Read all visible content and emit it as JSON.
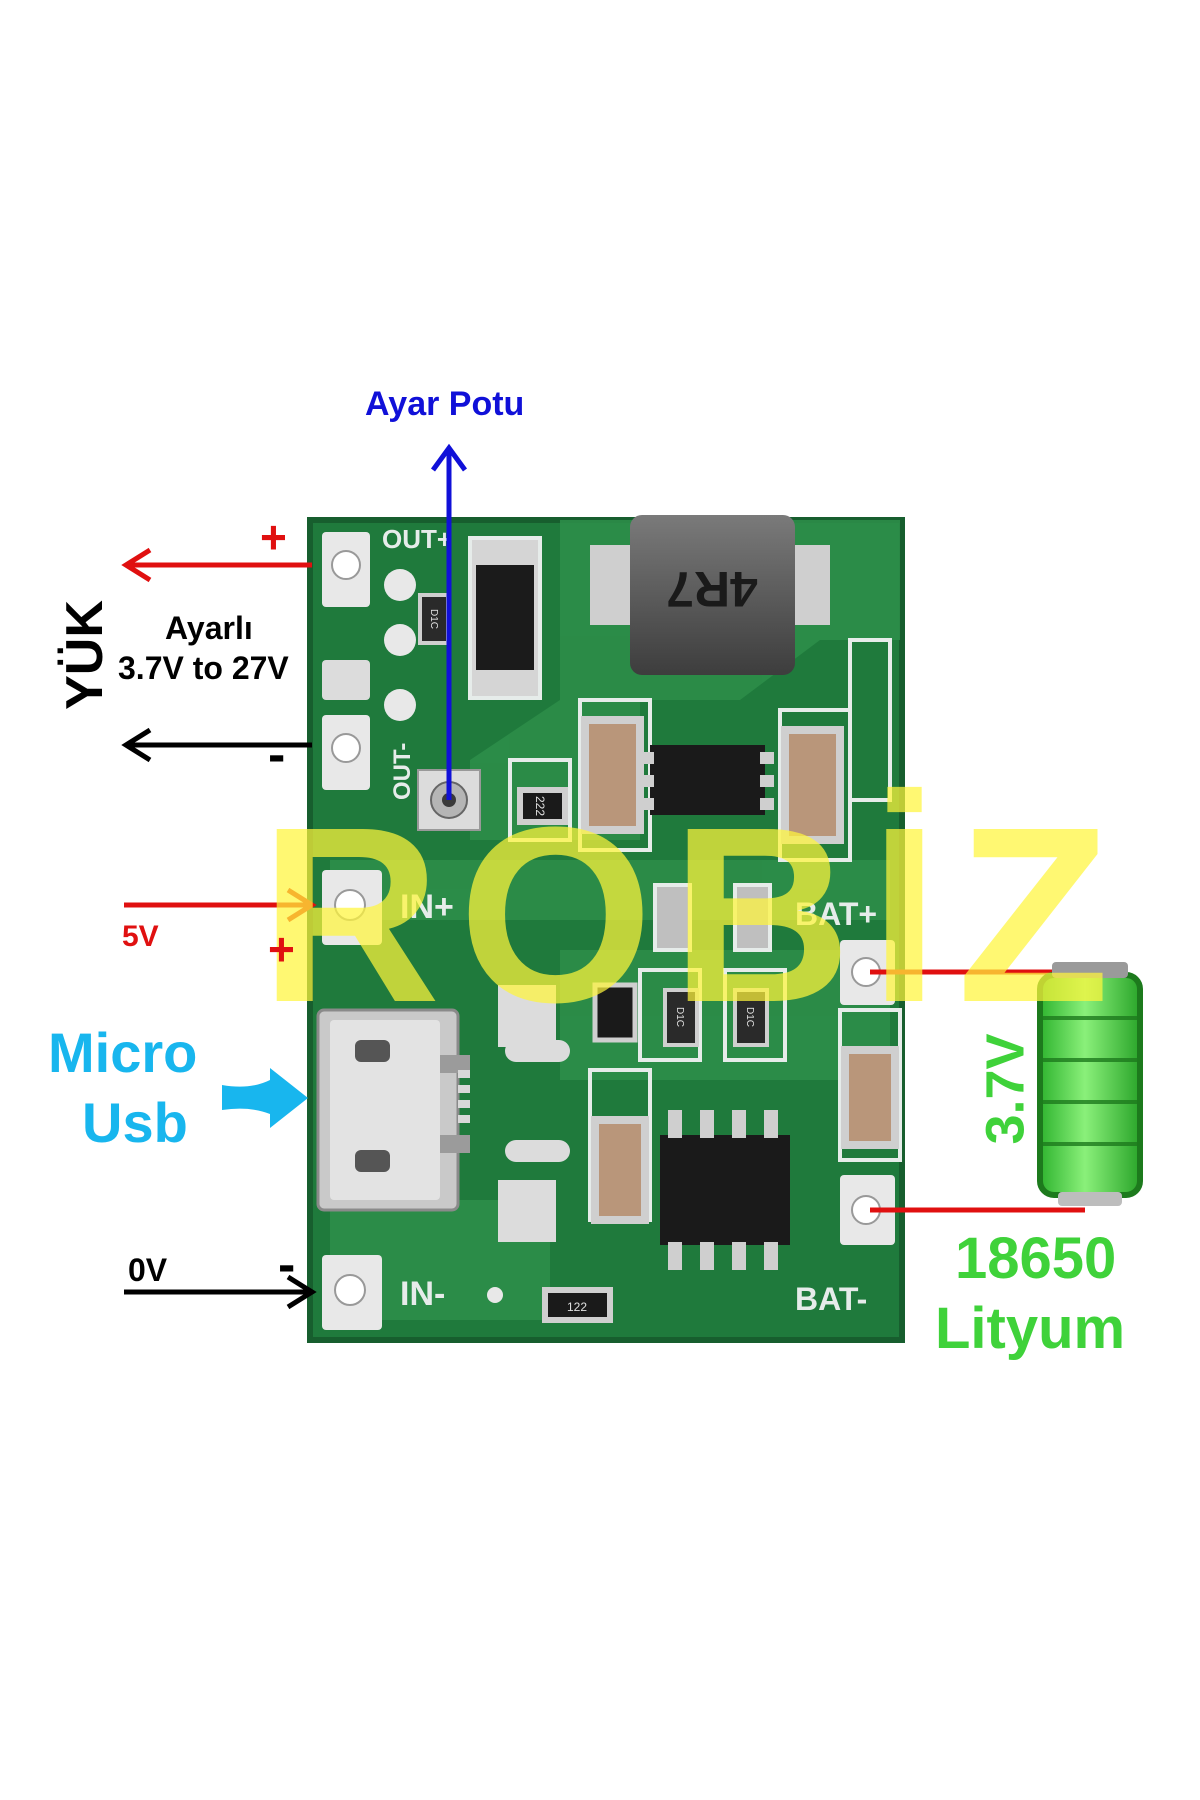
{
  "labels": {
    "trim_pot": "Ayar Potu",
    "load": "YÜK",
    "adjustable": "Ayarlı",
    "output_range": "3.7V to 27V",
    "out_plus_sign": "+",
    "out_minus_sign": "-",
    "in_voltage": "5V",
    "in_plus_sign": "+",
    "micro_usb_line1": "Micro",
    "micro_usb_line2": "Usb",
    "in_zero": "0V",
    "in_minus_sign": "-",
    "battery_voltage": "3.7V",
    "battery_type_line1": "18650",
    "battery_type_line2": "Lityum"
  },
  "silkscreen": {
    "out_plus": "OUT+",
    "out_minus": "OUT-",
    "in_plus": "IN+",
    "in_minus": "IN-",
    "bat_plus": "BAT+",
    "bat_minus": "BAT-",
    "inductor": "4R7",
    "resistor_a": "222",
    "resistor_b": "122",
    "diode_a": "D1C",
    "diode_b": "D1C",
    "diode_c": "D1C"
  },
  "watermark": "ROBİZ",
  "colors": {
    "pcb": "#1f7a3c",
    "pad": "#e8e8e8",
    "label_red": "#e01010",
    "label_blue": "#1010d8",
    "label_cyan": "#18b6ee",
    "label_green": "#3fd23a",
    "label_black": "#000000",
    "battery_green": "#4fd44a"
  }
}
